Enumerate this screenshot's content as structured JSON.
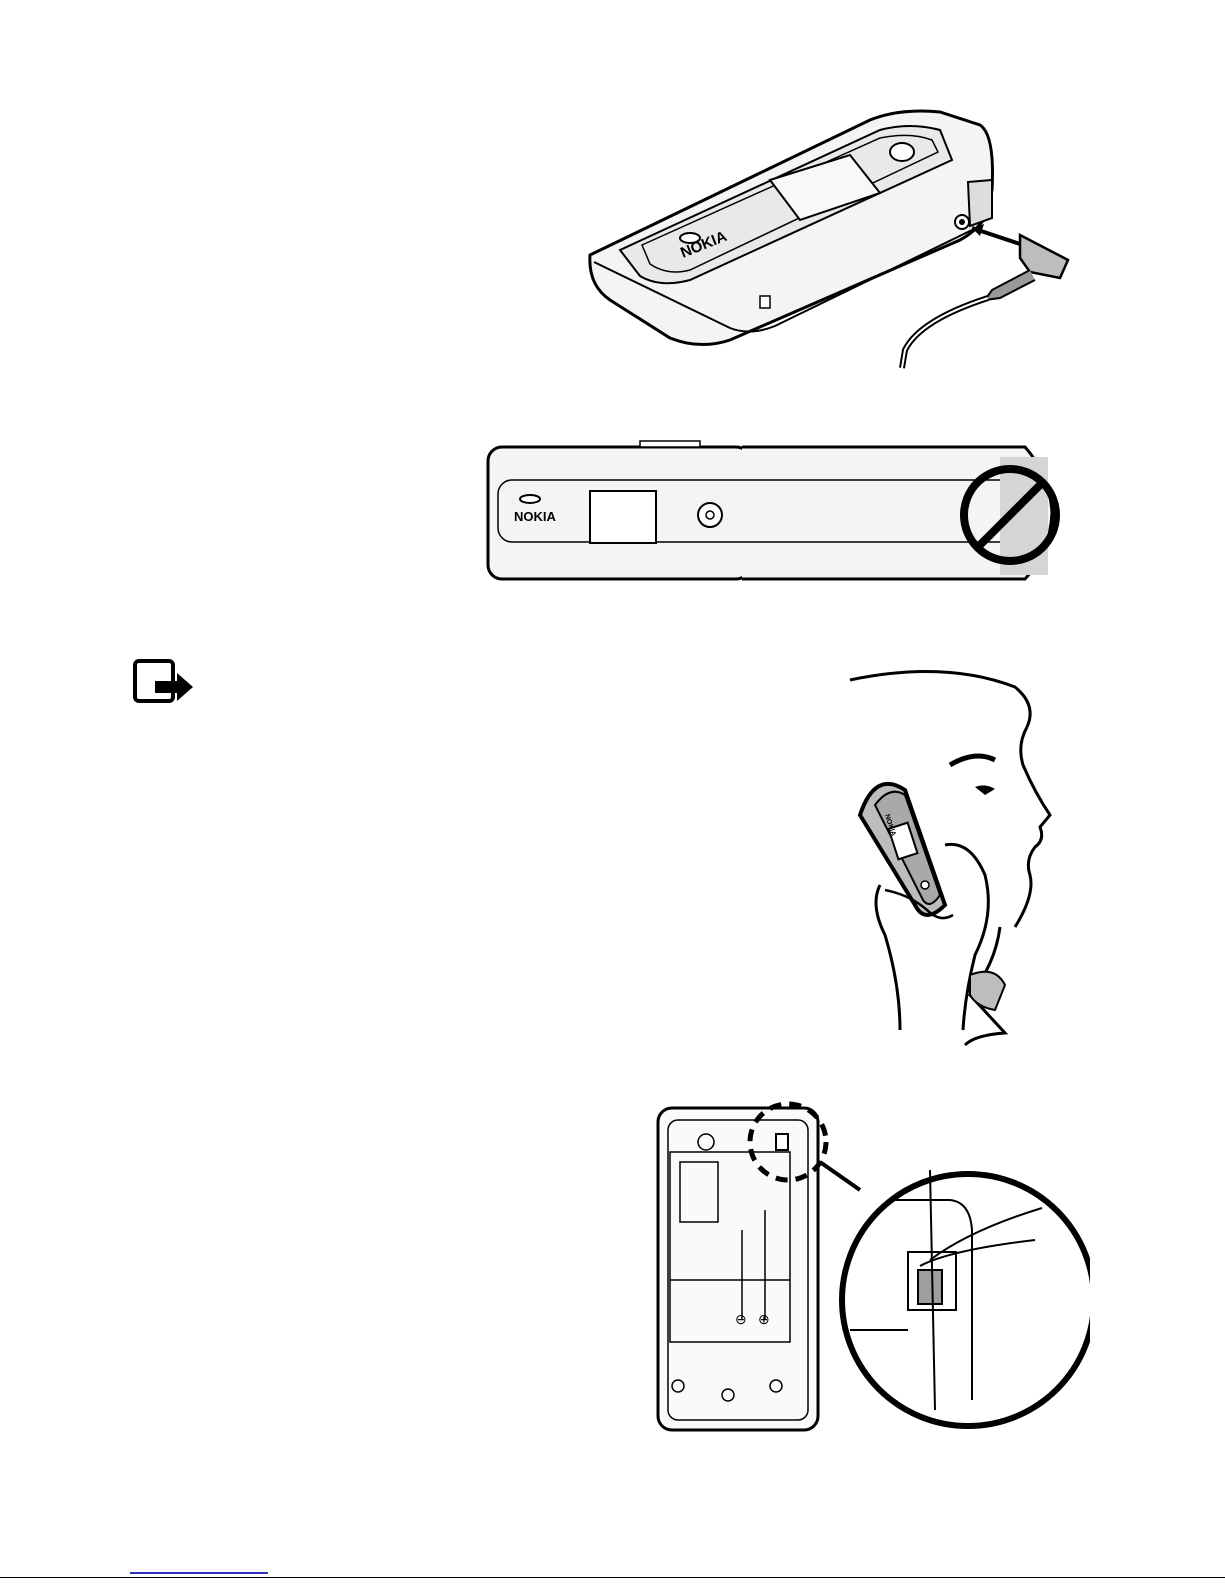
{
  "figures": {
    "headset_connection": {
      "brand": "NOKIA"
    },
    "antenna_warning": {
      "brand": "NOKIA"
    },
    "phone_at_ear": {
      "brand": "NOKIA"
    },
    "battery_compartment": {
      "minus_symbol": "⊖",
      "plus_symbol": "⊕"
    }
  },
  "icons": {
    "note": "note-icon"
  }
}
